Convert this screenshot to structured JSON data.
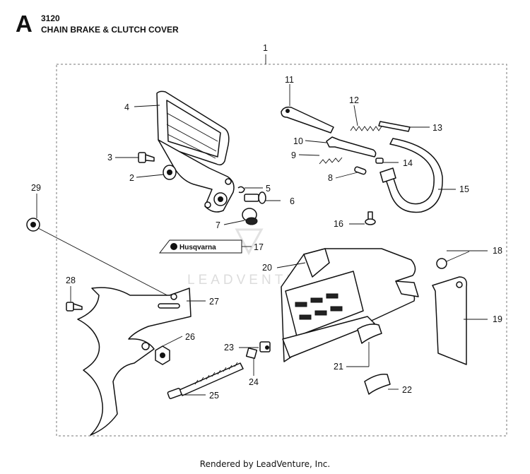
{
  "header": {
    "letter": "A",
    "number": "3120",
    "title": "CHAIN BRAKE & CLUTCH COVER"
  },
  "labels": {
    "p1": "1",
    "p2": "2",
    "p3": "3",
    "p4": "4",
    "p5": "5",
    "p6": "6",
    "p7": "7",
    "p8": "8",
    "p9": "9",
    "p10": "10",
    "p11": "11",
    "p12": "12",
    "p13": "13",
    "p14": "14",
    "p15": "15",
    "p16": "16",
    "p17": "17",
    "p18": "18",
    "p19": "19",
    "p20": "20",
    "p21": "21",
    "p22": "22",
    "p23": "23",
    "p24": "24",
    "p25": "25",
    "p26": "26",
    "p27": "27",
    "p28": "28",
    "p29": "29"
  },
  "decal_text": "Husqvarna",
  "watermark": "LEADVENTURE",
  "footer": "Rendered by LeadVenture, Inc."
}
